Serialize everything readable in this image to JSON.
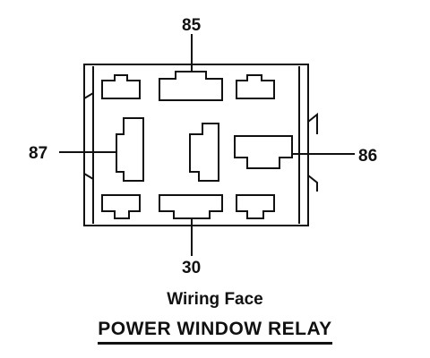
{
  "diagram": {
    "pins": {
      "top": "85",
      "left": "87",
      "right": "86",
      "bottom": "30"
    },
    "subtitle": "Wiring Face",
    "title": "POWER WINDOW RELAY"
  }
}
